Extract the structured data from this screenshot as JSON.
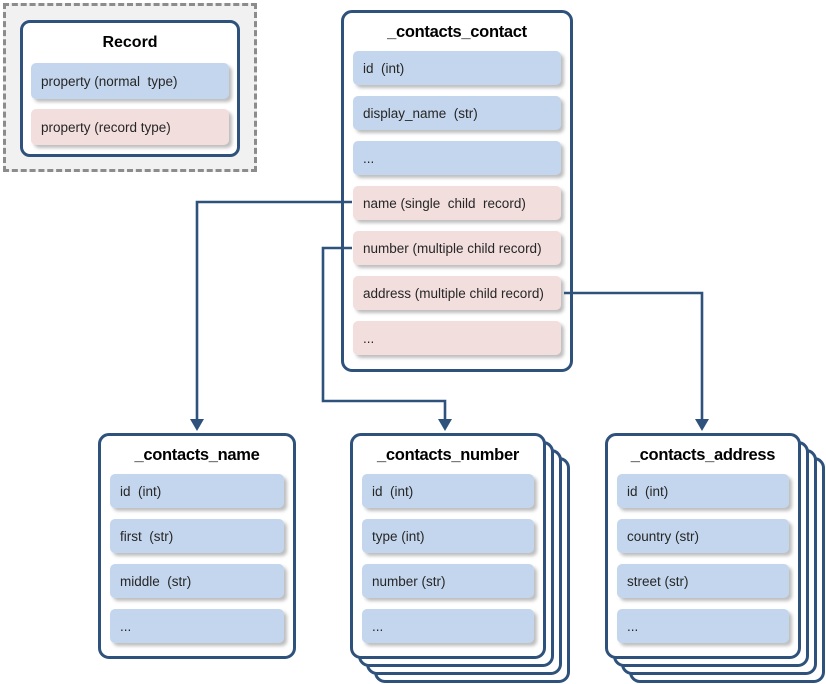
{
  "legend": {
    "title": "Record",
    "items": [
      {
        "label": "property (normal  type)",
        "type": "normal"
      },
      {
        "label": "property (record type)",
        "type": "record"
      }
    ]
  },
  "tables": [
    {
      "key": "contact",
      "title": "_contacts_contact",
      "stacked": false,
      "rows": [
        {
          "label": "id  (int)",
          "type": "normal"
        },
        {
          "label": "display_name  (str)",
          "type": "normal"
        },
        {
          "label": "...",
          "type": "normal"
        },
        {
          "label": "name (single  child  record)",
          "type": "record"
        },
        {
          "label": "number (multiple child record)",
          "type": "record"
        },
        {
          "label": "address (multiple child record)",
          "type": "record"
        },
        {
          "label": "...",
          "type": "record"
        }
      ]
    },
    {
      "key": "name",
      "title": "_contacts_name",
      "stacked": false,
      "rows": [
        {
          "label": "id  (int)",
          "type": "normal"
        },
        {
          "label": "first  (str)",
          "type": "normal"
        },
        {
          "label": "middle  (str)",
          "type": "normal"
        },
        {
          "label": "...",
          "type": "normal"
        }
      ]
    },
    {
      "key": "number",
      "title": "_contacts_number",
      "stacked": true,
      "rows": [
        {
          "label": "id  (int)",
          "type": "normal"
        },
        {
          "label": "type (int)",
          "type": "normal"
        },
        {
          "label": "number (str)",
          "type": "normal"
        },
        {
          "label": "...",
          "type": "normal"
        }
      ]
    },
    {
      "key": "address",
      "title": "_contacts_address",
      "stacked": true,
      "rows": [
        {
          "label": "id  (int)",
          "type": "normal"
        },
        {
          "label": "country (str)",
          "type": "normal"
        },
        {
          "label": "street (str)",
          "type": "normal"
        },
        {
          "label": "...",
          "type": "normal"
        }
      ]
    }
  ],
  "connections": [
    {
      "from": "_contacts_contact.name",
      "to": "_contacts_name",
      "cardinality": "single"
    },
    {
      "from": "_contacts_contact.number",
      "to": "_contacts_number",
      "cardinality": "multiple"
    },
    {
      "from": "_contacts_contact.address",
      "to": "_contacts_address",
      "cardinality": "multiple"
    }
  ],
  "colors": {
    "line": "#2e527b",
    "normal_fill": "#c4d6ed",
    "record_fill": "#f2dedd",
    "legend_background": "#f1f1f1",
    "legend_dotted_border": "#8c8c8c"
  }
}
